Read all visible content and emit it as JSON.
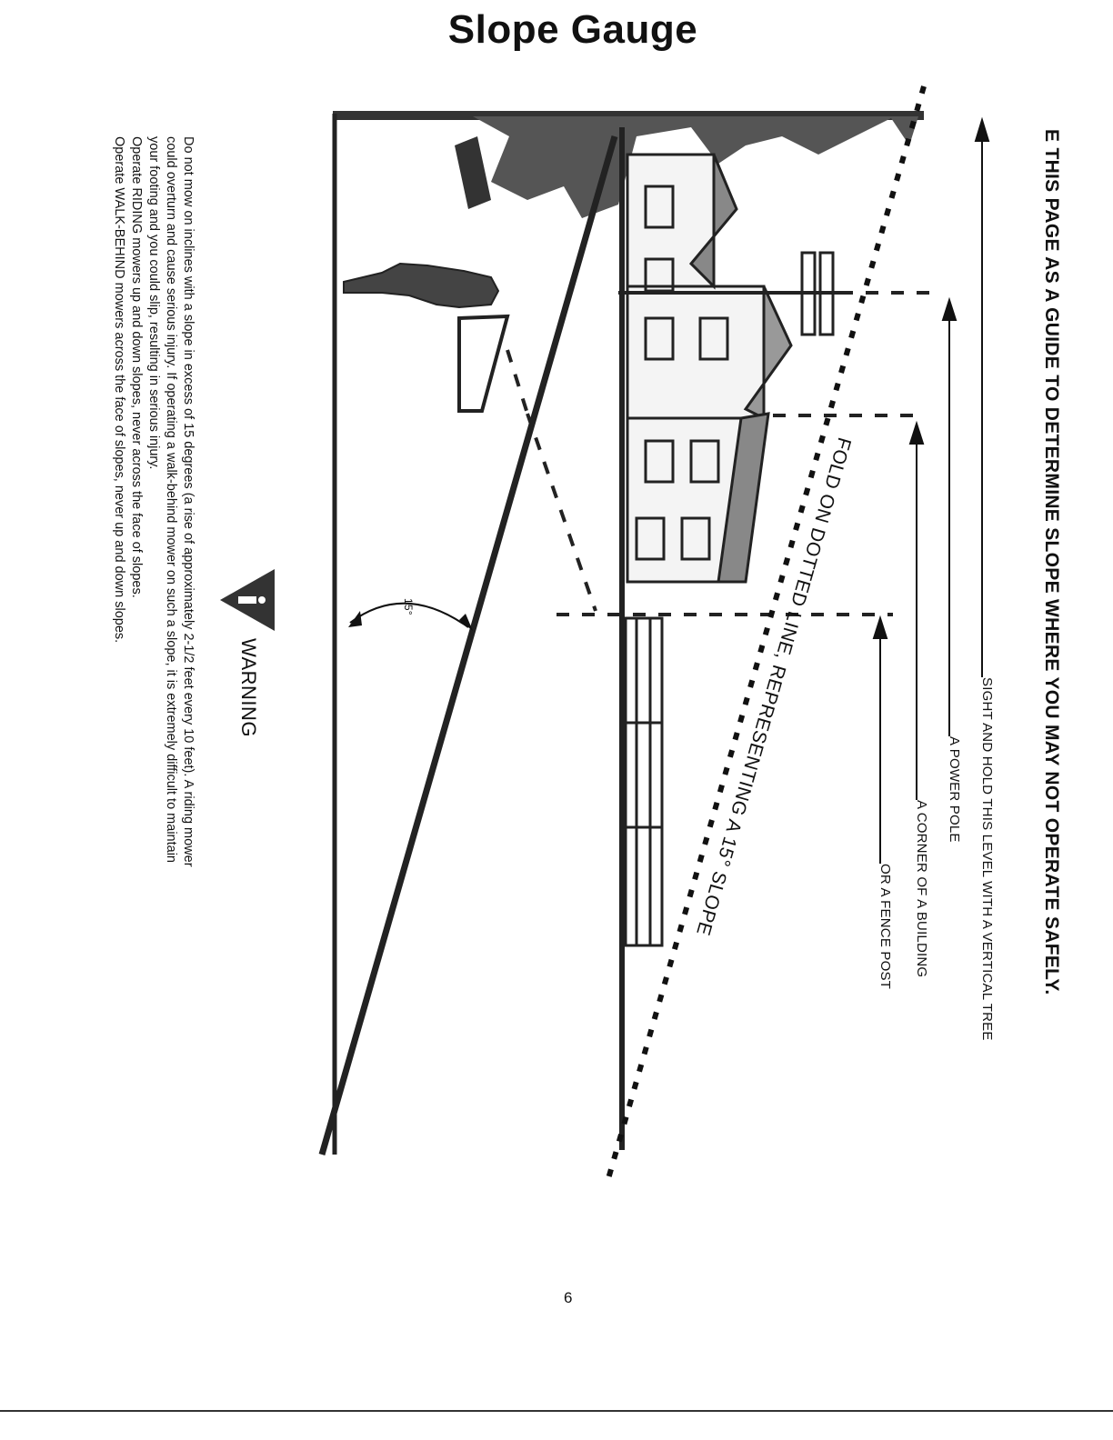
{
  "page": {
    "title": "Slope Gauge",
    "page_number": "6"
  },
  "instruction": {
    "headline": "E THIS PAGE AS A GUIDE TO DETERMINE SLOPE WHERE YOU MAY NOT OPERATE SAFELY.",
    "sight_line": "SIGHT AND HOLD THIS LEVEL WITH A VERTICAL TREE",
    "power_pole": "A POWER POLE",
    "building_corner": "A CORNER OF A BUILDING",
    "fence_post": "OR A FENCE POST",
    "fold_line": "FOLD ON DOTTED LINE, REPRESENTING A 15° SLOPE",
    "angle_label": "15°"
  },
  "warning": {
    "title": "WARNING",
    "lines": [
      "Do not mow on inclines with a slope in excess of 15 degrees (a rise of approximately 2-1/2 feet every 10 feet).  A riding mower",
      "could overturn and cause serious injury.  If operating a walk-behind mower on such a slope, it is extremely difficult to maintain",
      "your footing and you could slip, resulting in serious injury.",
      "Operate RIDING mowers up and down slopes, never across the face of slopes.",
      "Operate WALK-BEHIND mowers across the face of slopes, never up and down slopes."
    ]
  },
  "colors": {
    "ink": "#111111",
    "paper": "#ffffff",
    "grass": "#333333"
  }
}
